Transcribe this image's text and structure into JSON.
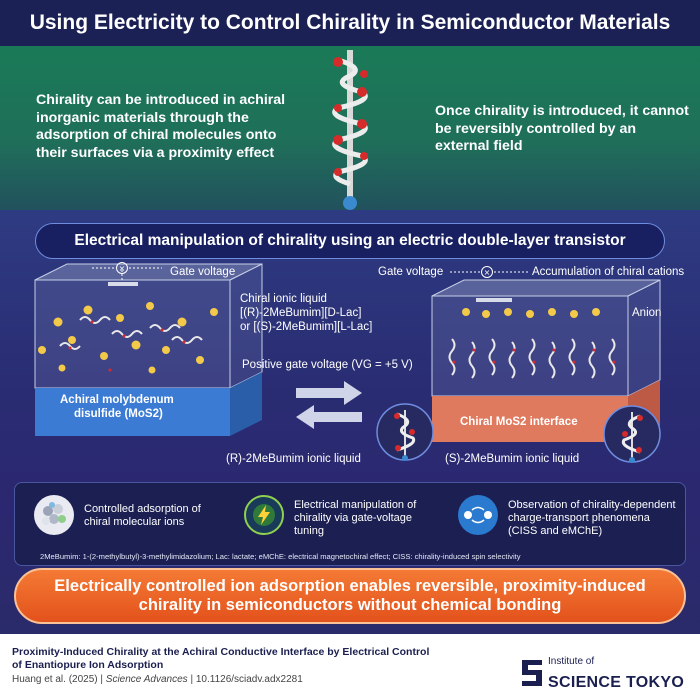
{
  "header": {
    "title": "Using Electricity to Control Chirality in Semiconductor Materials"
  },
  "top": {
    "left_text": "Chirality can be introduced in achiral inorganic materials through the adsorption of chiral molecules onto their surfaces via a proximity effect",
    "right_text": "Once chirality is introduced, it cannot be reversibly controlled by an external field"
  },
  "section": {
    "title": "Electrical manipulation of chirality using an electric double-layer transistor"
  },
  "diagram": {
    "gate_voltage_left": "Gate voltage",
    "gate_voltage_right": "Gate voltage",
    "accumulation": "Accumulation of chiral cations",
    "anion": "Anion",
    "ionic_liquid_title": "Chiral ionic liquid",
    "ionic_liquid_line1": "[(R)-2MeBumim][D-Lac]",
    "ionic_liquid_line2": "or [(S)-2MeBumim][L-Lac]",
    "positive_gate": "Positive gate voltage (VG = +5 V)",
    "achiral_label_line1": "Achiral molybdenum",
    "achiral_label_line2": "disulfide (MoS2)",
    "chiral_label": "Chiral MoS2 interface",
    "r_liquid": "(R)-2MeBumim ionic liquid",
    "s_liquid": "(S)-2MeBumim ionic liquid"
  },
  "features": [
    {
      "text": "Controlled adsorption of chiral molecular ions",
      "icon": "molecule-cluster-icon"
    },
    {
      "text": "Electrical manipulation of chirality via gate-voltage tuning",
      "icon": "lightning-bolt-icon"
    },
    {
      "text": "Observation of chirality-dependent charge-transport phenomena (CISS and eMChE)",
      "icon": "electron-transport-icon"
    }
  ],
  "footnote": "2MeBumim: 1-(2-methylbutyl)-3-methylimidazolium; Lac: lactate; eMChE: electrical magnetochiral effect; CISS: chirality-induced spin selectivity",
  "banner": "Electrically controlled ion adsorption enables reversible, proximity-induced chirality in semiconductors without chemical bonding",
  "citation": {
    "title": "Proximity-Induced Chirality at the Achiral Conductive Interface by Electrical Control of Enantiopure Ion Adsorption",
    "authors": "Huang et al. (2025)",
    "journal": "Science Advances",
    "doi": "10.1126/sciadv.adx2281"
  },
  "logo": {
    "line1": "Institute of",
    "line2": "SCIENCE TOKYO"
  },
  "colors": {
    "title_bg": "#1c2155",
    "green_panel": "#1a7a57",
    "navy_panel": "#2a2d73",
    "banner": "#e95f24",
    "substrate_blue": "#3b7bd4",
    "substrate_red": "#e07a5f"
  }
}
